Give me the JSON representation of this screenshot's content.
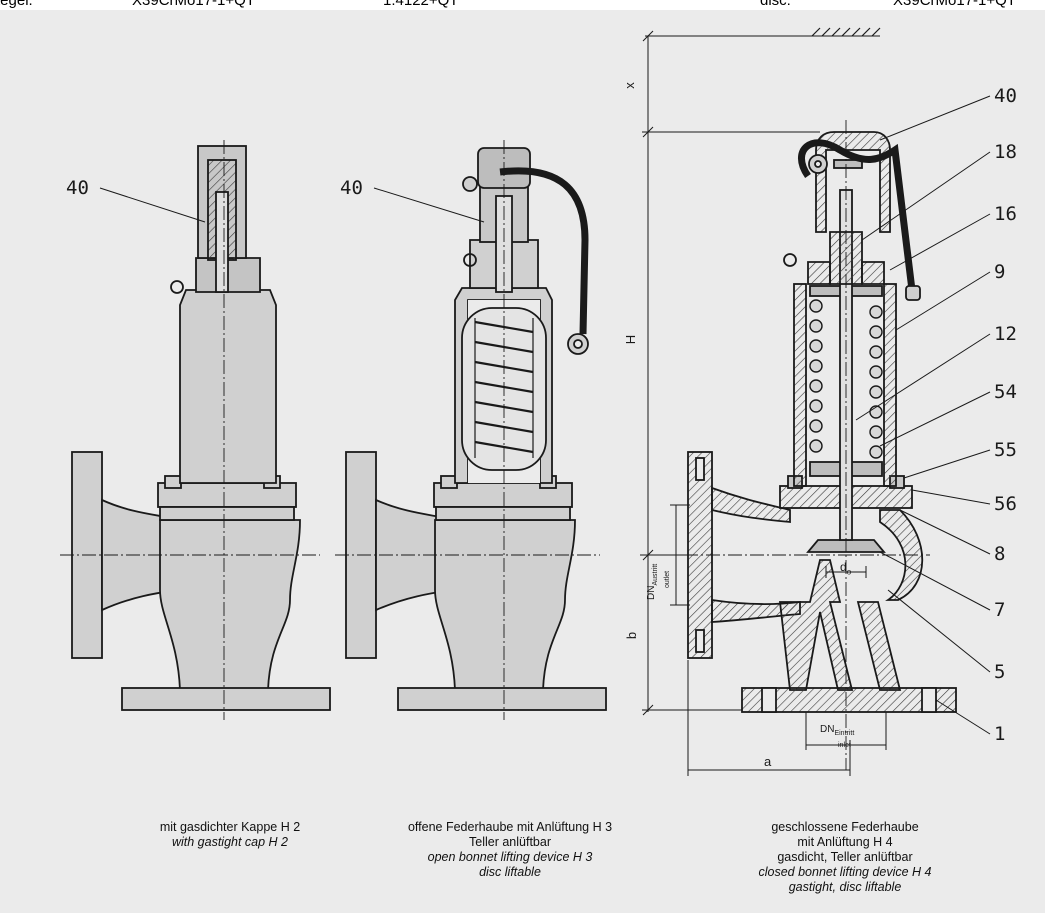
{
  "top_strip": {
    "items": [
      "tegel.",
      "X39CrMo17-1+QT",
      "1.4122+QT",
      "disc:",
      "X39CrMo17-1+QT"
    ]
  },
  "callouts": {
    "left": "40",
    "middle": "40",
    "right": [
      "40",
      "18",
      "16",
      "9",
      "12",
      "54",
      "55",
      "56",
      "8",
      "7",
      "5",
      "1"
    ]
  },
  "dimensions": {
    "x": "x",
    "h": "H",
    "b": "b",
    "a": "a",
    "do": "d",
    "do_sub": "o",
    "dn_outlet": "DN",
    "dn_outlet_sub": "Austritt",
    "dn_outlet_sub2": "outlet",
    "dn_inlet": "DN",
    "dn_inlet_sub": "Eintritt",
    "dn_inlet_sub2": "inlet"
  },
  "captions": {
    "left": {
      "de": "mit gasdichter Kappe H 2",
      "en": "with gastight cap H 2"
    },
    "middle": {
      "de1": "offene Federhaube mit Anlüftung H 3",
      "de2": "Teller anlüftbar",
      "en1": "open bonnet lifting device H 3",
      "en2": "disc liftable"
    },
    "right": {
      "de1": "geschlossene Federhaube",
      "de2": "mit Anlüftung H 4",
      "de3": "gasdicht, Teller anlüftbar",
      "en1": "closed bonnet lifting device H 4",
      "en2": "gastight, disc liftable"
    }
  },
  "colors": {
    "paper": "#ebebeb",
    "ink": "#1a1a1a",
    "body_fill": "#cfcfcf",
    "hatch": "#3a3a3a"
  }
}
